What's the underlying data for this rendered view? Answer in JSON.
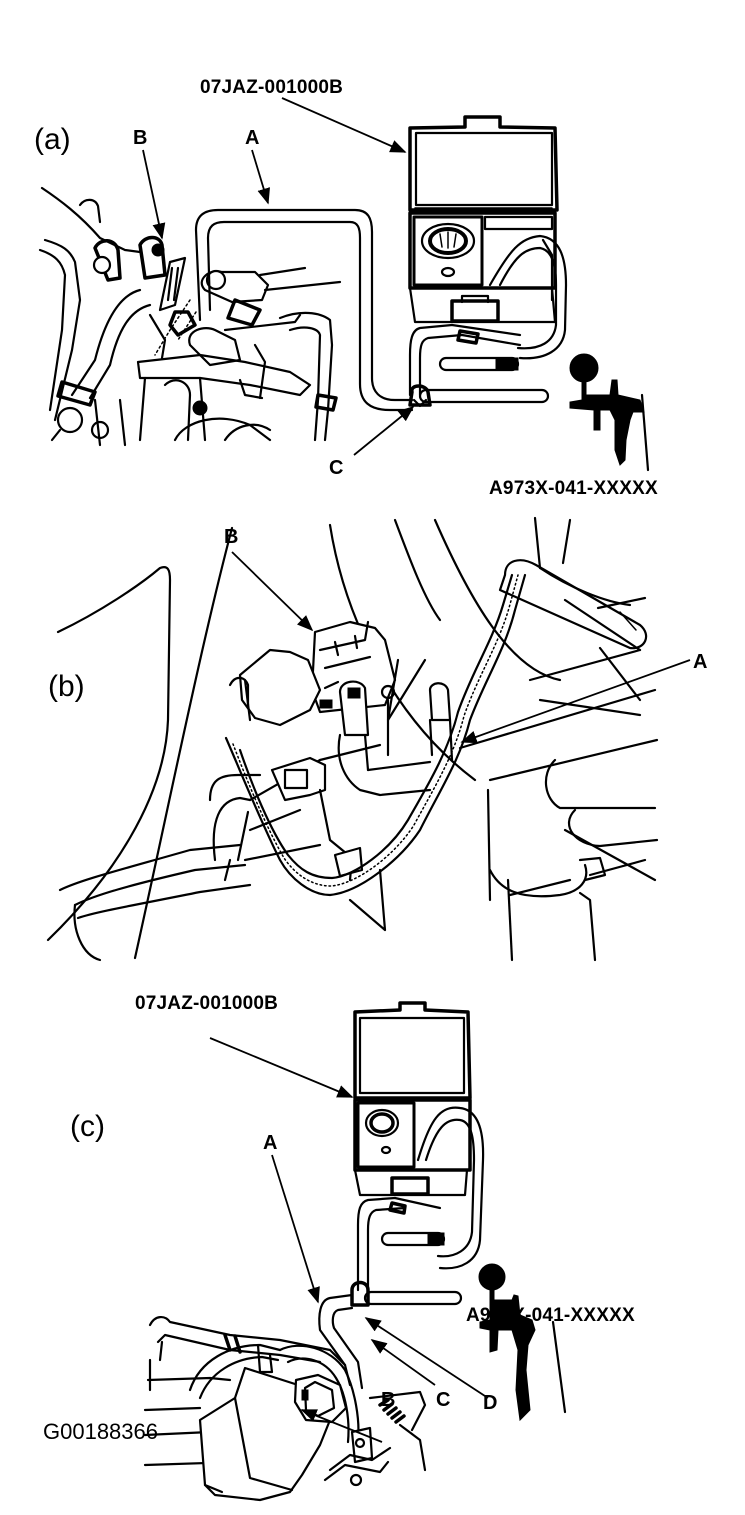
{
  "figure_id": "G00188366",
  "panels": [
    {
      "id": "a",
      "label": "(a)",
      "tool_tester": "07JAZ-001000B",
      "tool_pump": "A973X-041-XXXXX",
      "callouts": [
        "A",
        "B",
        "C"
      ]
    },
    {
      "id": "b",
      "label": "(b)",
      "callouts": [
        "A",
        "B"
      ]
    },
    {
      "id": "c",
      "label": "(c)",
      "tool_tester": "07JAZ-001000B",
      "tool_pump": "A973X-041-XXXXX",
      "callouts": [
        "A",
        "B",
        "C",
        "D"
      ]
    }
  ],
  "icons": {
    "tester": "evap-tester-case-icon",
    "pump": "vacuum-pump-icon"
  }
}
